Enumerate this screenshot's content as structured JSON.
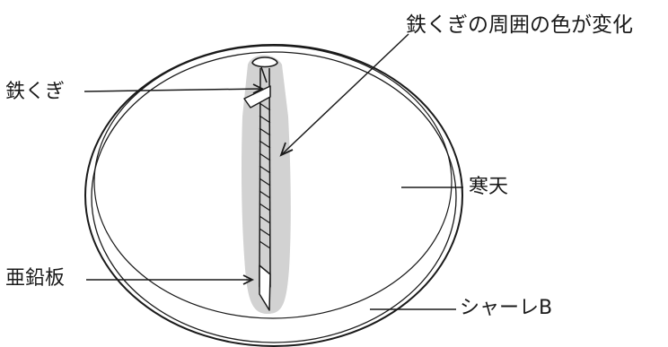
{
  "labels": {
    "color_change": "鉄くぎの周囲の色が変化",
    "iron_nail": "鉄くぎ",
    "agar": "寒天",
    "zinc_plate": "亜鉛板",
    "petri_dish": "シャーレB"
  },
  "colors": {
    "line": "#1a1a1a",
    "background": "#ffffff",
    "color_change_region": "#d2d2d2"
  }
}
